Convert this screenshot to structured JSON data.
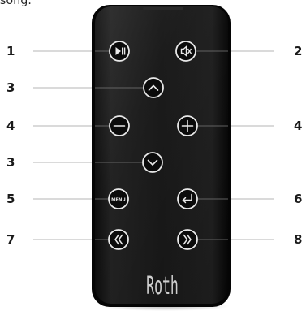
{
  "intro_text": "song.",
  "brand": "Roth",
  "remote_colors": {
    "body": "#141414",
    "body_edge": "#2a2a2a",
    "button_ring": "#e8e8e8",
    "leader_line": "#b5b5b5",
    "label": "#1a1a1a"
  },
  "callouts": [
    {
      "label": "1",
      "target": "play-pause"
    },
    {
      "label": "2",
      "target": "mute"
    },
    {
      "label": "3",
      "target": "up"
    },
    {
      "label": "4",
      "target": "minus"
    },
    {
      "label": "4",
      "target": "plus"
    },
    {
      "label": "3",
      "target": "down"
    },
    {
      "label": "5",
      "target": "menu"
    },
    {
      "label": "6",
      "target": "enter"
    },
    {
      "label": "7",
      "target": "rewind"
    },
    {
      "label": "8",
      "target": "fast-forward"
    }
  ],
  "buttons": {
    "menu_label": "MENU"
  },
  "icons": {
    "play_pause": "play-pause-icon",
    "mute": "mute-icon",
    "up": "chevron-up-icon",
    "minus": "minus-icon",
    "plus": "plus-icon",
    "down": "chevron-down-icon",
    "enter": "return-icon",
    "rewind": "rewind-icon",
    "fast_forward": "fast-forward-icon"
  }
}
